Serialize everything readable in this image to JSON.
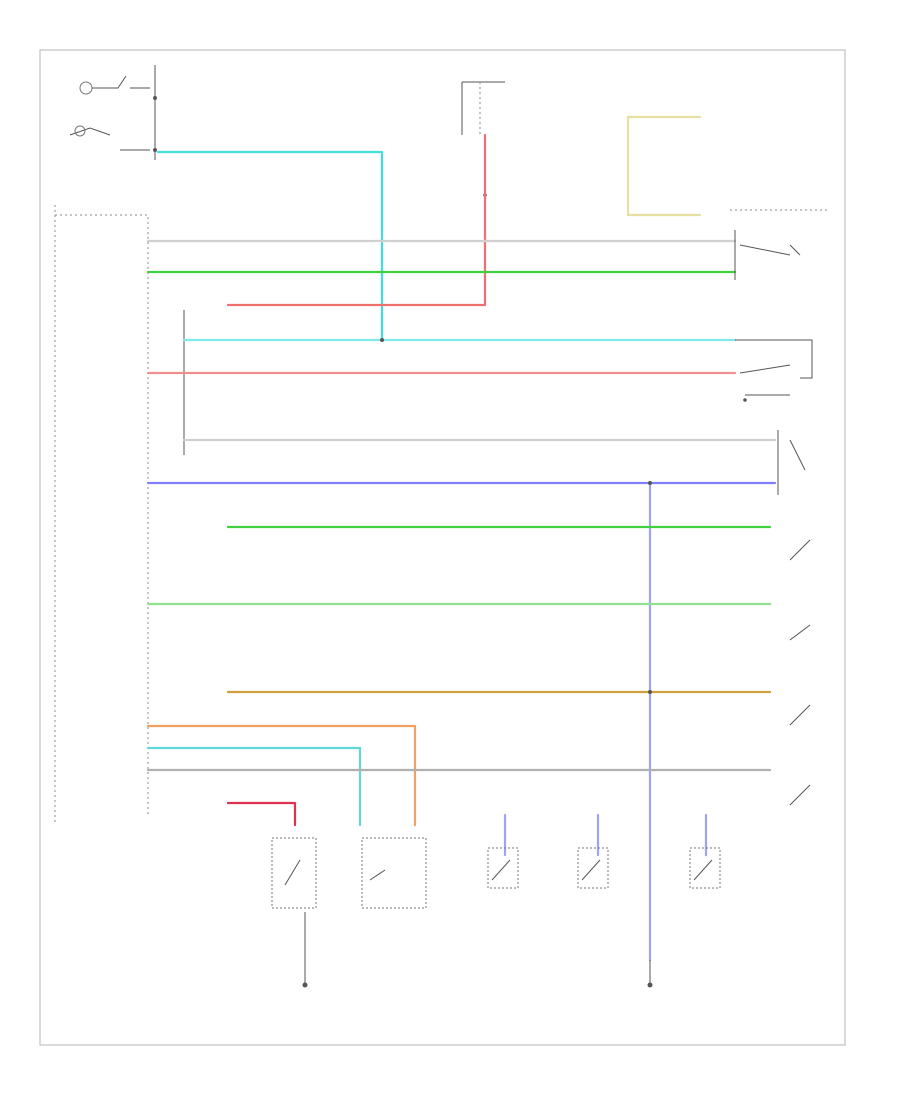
{
  "footer_code": "",
  "components": {
    "front_seatbelt": {
      "label": ""
    },
    "fuse": {
      "label": ""
    },
    "main_unit": {
      "label": ""
    },
    "unit_bottom_left": {
      "label": ""
    },
    "ground_bottom_left": {
      "label": ""
    },
    "ground_bottom_right": {
      "label": ""
    },
    "right_top_box": {
      "label": ""
    },
    "right_switch_a": {
      "label": ""
    },
    "right_switch_b": {
      "label": ""
    },
    "right_switch_c": {
      "label": ""
    },
    "right_switch_d": {
      "label": ""
    },
    "right_switch_e": {
      "label": ""
    },
    "right_switch_f": {
      "label": ""
    },
    "bottom_switch_1": {
      "label": ""
    },
    "bottom_switch_2": {
      "label": ""
    },
    "bottom_switch_3": {
      "label": ""
    },
    "bottom_switch_4": {
      "label": ""
    },
    "bottom_switch_5": {
      "label": ""
    },
    "bottom_switch_6": {
      "label": ""
    }
  },
  "wires": [
    {
      "id": "w-ltblu-top",
      "color": "#40e0e0",
      "label": ""
    },
    {
      "id": "w-red-fuse",
      "color": "#f07070",
      "label": ""
    },
    {
      "id": "w-gry-1",
      "color": "#c8c8c8",
      "label": ""
    },
    {
      "id": "w-grn-1",
      "color": "#40d040",
      "label": ""
    },
    {
      "id": "w-red-1",
      "color": "#e04040",
      "label": ""
    },
    {
      "id": "w-ltblu-2",
      "color": "#80e8e8",
      "label": ""
    },
    {
      "id": "w-pnk-1",
      "color": "#f09090",
      "label": ""
    },
    {
      "id": "w-gry-2",
      "color": "#d0d0d0",
      "label": ""
    },
    {
      "id": "w-blu-1",
      "color": "#8080ff",
      "label": ""
    },
    {
      "id": "w-grn-2",
      "color": "#40d040",
      "label": ""
    },
    {
      "id": "w-ltgrn-1",
      "color": "#90e090",
      "label": ""
    },
    {
      "id": "w-brn-1",
      "color": "#d0a040",
      "label": ""
    },
    {
      "id": "w-org-1",
      "color": "#f0a060",
      "label": ""
    },
    {
      "id": "w-ltblu-3",
      "color": "#60d8d8",
      "label": ""
    },
    {
      "id": "w-gry-3",
      "color": "#b0b0b0",
      "label": ""
    },
    {
      "id": "w-red-2",
      "color": "#e03050",
      "label": ""
    },
    {
      "id": "w-yel-1",
      "color": "#e8e0a0",
      "label": ""
    }
  ]
}
